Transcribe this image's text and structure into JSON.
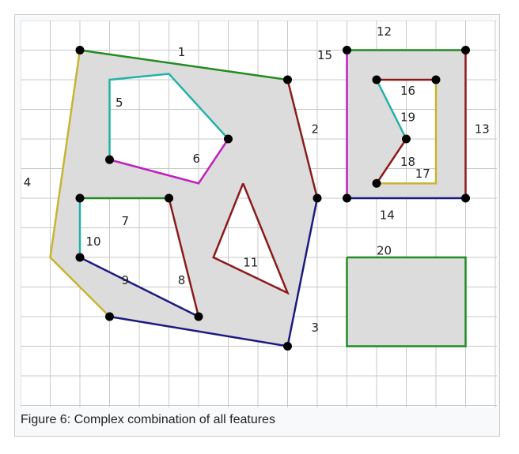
{
  "caption": "Figure 6: Complex combination of all features",
  "colors": {
    "grid": "#c8c8c8",
    "fill": "#dcdcdc",
    "background": "#ffffff",
    "green": "#228b22",
    "maroon": "#8b1a1a",
    "navy": "#1a1a80",
    "olive": "#c8b432",
    "teal": "#20b2aa",
    "magenta": "#c020c0",
    "vertex": "#000000"
  },
  "edge_labels": [
    "1",
    "2",
    "3",
    "4",
    "5",
    "6",
    "7",
    "8",
    "9",
    "10",
    "11",
    "12",
    "13",
    "14",
    "15",
    "16",
    "17",
    "18",
    "19",
    "20"
  ]
}
